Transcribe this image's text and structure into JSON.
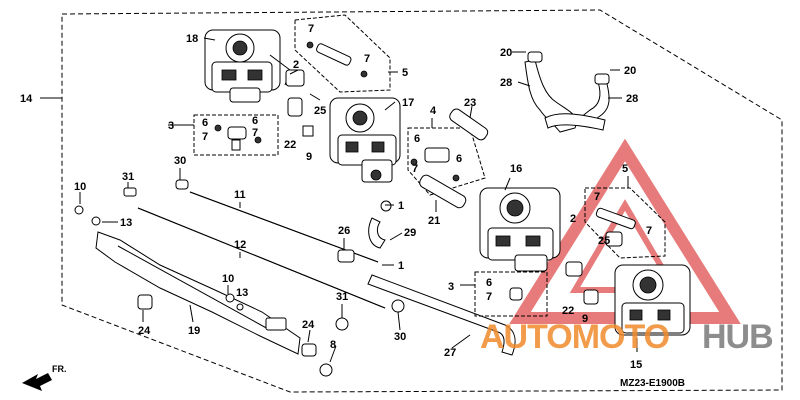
{
  "diagram": {
    "diagram_code": "MZ23-E1900B",
    "direction_marker": "FR.",
    "watermark": {
      "text_orange": "AUTOMOTO",
      "text_gray": "HUB",
      "color_orange": "#f08a2c",
      "color_gray": "#7a7a7a",
      "triangle_color": "#e05050"
    },
    "callouts": {
      "c1": "1",
      "c1b": "1",
      "c2": "2",
      "c2b": "2",
      "c3": "3",
      "c3b": "3",
      "c4": "4",
      "c5": "5",
      "c5b": "5",
      "c6a": "6",
      "c6b": "6",
      "c6c": "6",
      "c6d": "6",
      "c6e": "6",
      "c7a": "7",
      "c7b": "7",
      "c7c": "7",
      "c7d": "7",
      "c7e": "7",
      "c7f": "7",
      "c7g": "7",
      "c8": "8",
      "c9": "9",
      "c9b": "9",
      "c10": "10",
      "c10b": "10",
      "c11": "11",
      "c12": "12",
      "c13": "13",
      "c13b": "13",
      "c14": "14",
      "c15": "15",
      "c16": "16",
      "c17": "17",
      "c18": "18",
      "c19": "19",
      "c20": "20",
      "c20b": "20",
      "c21": "21",
      "c22": "22",
      "c22b": "22",
      "c23": "23",
      "c24": "24",
      "c24b": "24",
      "c25": "25",
      "c25b": "25",
      "c26": "26",
      "c27": "27",
      "c28": "28",
      "c28b": "28",
      "c29": "29",
      "c30": "30",
      "c30b": "30",
      "c31": "31",
      "c31b": "31"
    }
  }
}
